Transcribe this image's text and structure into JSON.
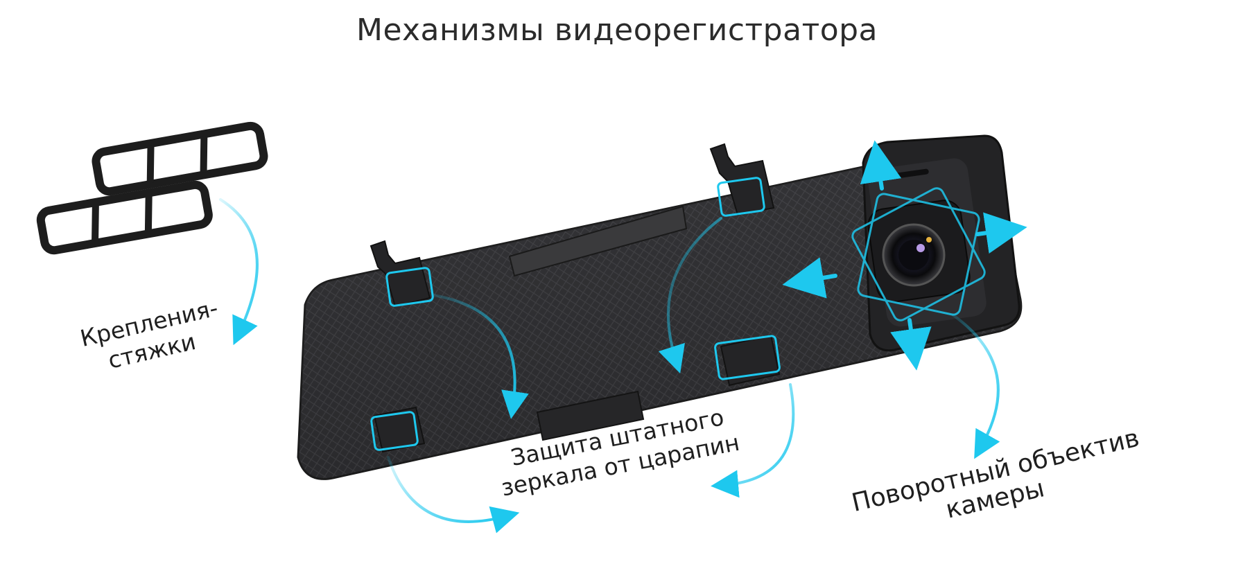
{
  "title": "Механизмы видеорегистратора",
  "labels": {
    "fasteners": [
      "Крепления-",
      "стяжки"
    ],
    "protection": [
      "Защита штатного",
      "зеркала от царапин"
    ],
    "lens": [
      "Поворотный объектив",
      "камеры"
    ]
  },
  "colors": {
    "accent": "#1ec8ee",
    "body": "#2a2a2c",
    "strap": "#1d1d1d",
    "text": "#2b2b2b"
  },
  "icons": [
    "rubber-strap-icon",
    "mirror-dashcam-image",
    "camera-lens-icon",
    "arrow-icon"
  ]
}
